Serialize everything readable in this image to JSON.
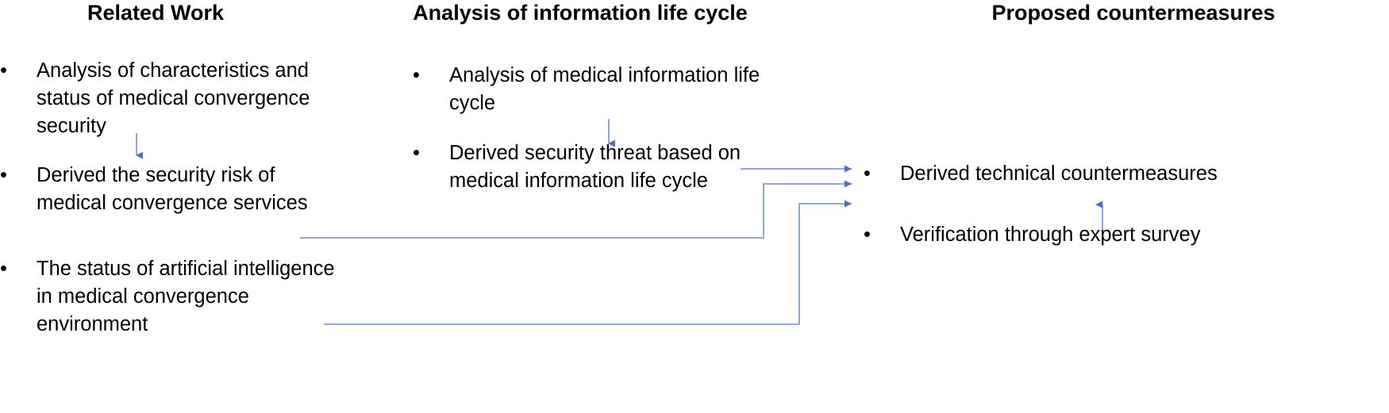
{
  "page": {
    "background_color": "#ffffff",
    "text_color": "#000000",
    "connector_color": "#8ea9db",
    "arrow_color": "#4472c4"
  },
  "columns": [
    {
      "id": "related-work",
      "heading": "Related Work",
      "bullets": [
        "Analysis of characteristics and status of medical convergence security",
        "Derived the security risk of medical convergence services",
        "The status of artificial intelligence in medical convergence environment"
      ]
    },
    {
      "id": "analysis-of-information-life-cycle",
      "heading": "Analysis of information life cycle",
      "bullets": [
        "Analysis of medical information life cycle",
        "Derived security threat based on medical information life cycle"
      ]
    },
    {
      "id": "proposed-countermeasures",
      "heading": "Proposed countermeasures",
      "bullets": [
        "Derived technical countermeasures",
        "Verification through expert survey"
      ]
    }
  ],
  "connectors": [
    {
      "name": "col1-bullet1-to-bullet2",
      "kind": "vertical-down-arrow",
      "from": "Analysis of characteristics and status of medical convergence security",
      "to": "Derived the security risk of medical convergence services"
    },
    {
      "name": "col2-bullet1-to-bullet2",
      "kind": "vertical-down-arrow",
      "from": "Analysis of medical information life cycle",
      "to": "Derived security threat based on medical information life cycle"
    },
    {
      "name": "col2-threat-to-technical-countermeasures",
      "kind": "right-arrow",
      "from": "Derived security threat based on medical information life cycle",
      "to": "Derived technical countermeasures"
    },
    {
      "name": "col1-security-risk-to-technical-countermeasures",
      "kind": "elbow-right-arrow",
      "from": "Derived the security risk of medical convergence services",
      "to": "Derived technical countermeasures"
    },
    {
      "name": "col1-artificial-intelligence-to-technical-countermeasures",
      "kind": "elbow-right-arrow",
      "from": "The status of artificial intelligence in medical convergence environment",
      "to": "Derived technical countermeasures"
    },
    {
      "name": "verification-to-technical-countermeasures",
      "kind": "vertical-up-arrow",
      "from": "Verification through expert survey",
      "to": "Derived technical countermeasures"
    }
  ]
}
